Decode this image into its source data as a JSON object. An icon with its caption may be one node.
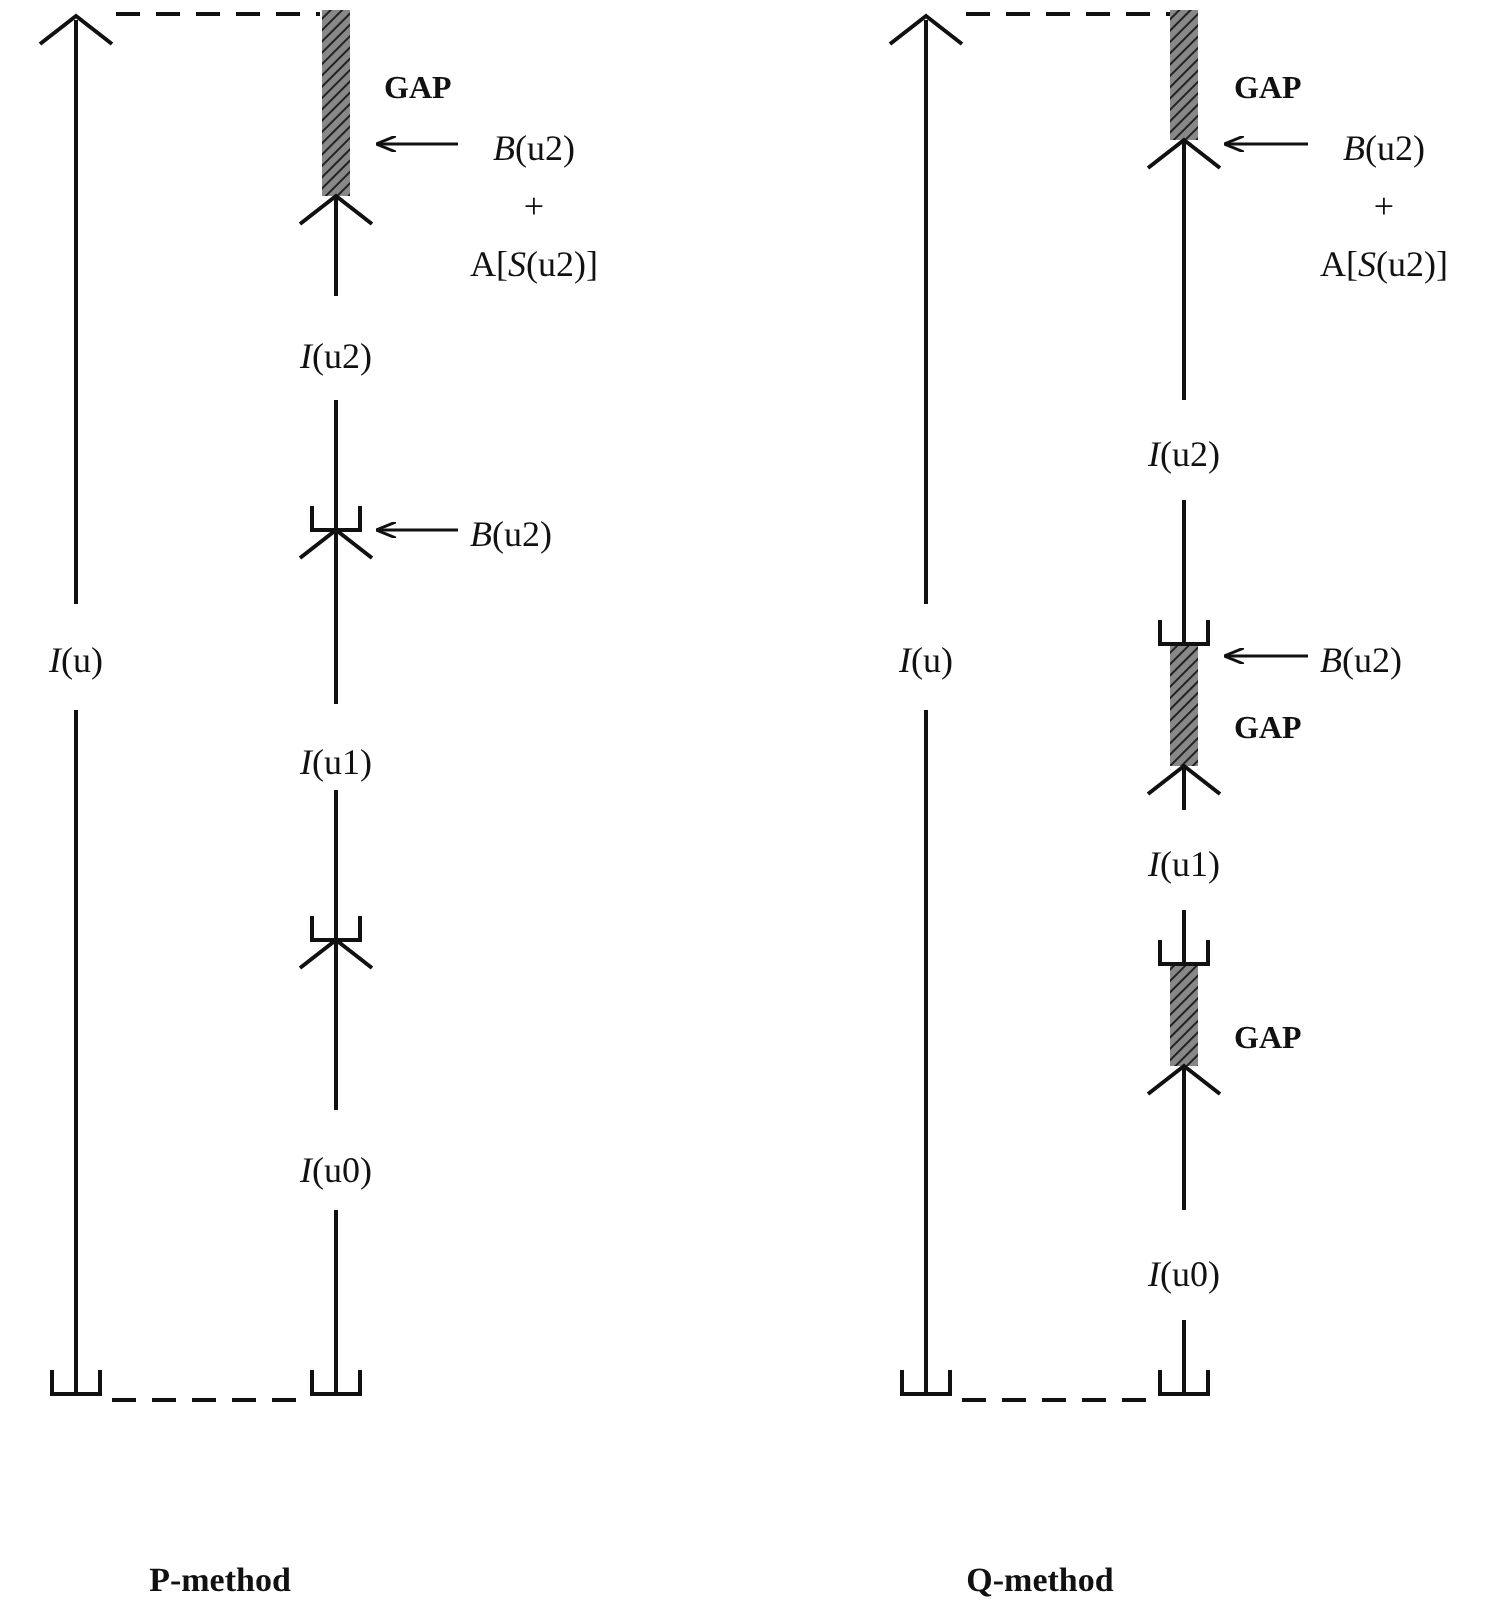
{
  "diagram": {
    "nodes": [
      {
        "text": [
          "*B*(u2) + A[*S*(u2)]"
        ]
      },
      {
        "text": [
          "*B*(u2)"
        ]
      },
      {
        "text": [
          "*B*(u2) + A[*S*(u2)]"
        ]
      },
      {
        "text": [
          "*B*(u2)"
        ]
      },
      {
        "text": [],
        "shape": "chevron"
      },
      {
        "text": [],
        "shape": "bracket"
      },
      {
        "text": [],
        "shape": "chevron"
      },
      {
        "text": [],
        "shape": "bracket"
      }
    ],
    "edges": [
      {
        "from": 0,
        "to": 4,
        "arrow": "to"
      },
      {
        "from": 1,
        "to": 5,
        "arrow": "to"
      },
      {
        "from": 2,
        "to": 6,
        "arrow": "to"
      },
      {
        "from": 3,
        "to": 7,
        "arrow": "to"
      }
    ],
    "labels": [
      "GAP",
      "*I*(u2)",
      "*I*(u)",
      "*I*(u1)",
      "*I*(u0)",
      "P-method",
      "GAP",
      "*I*(u2)",
      "*I*(u)",
      "GAP",
      "*I*(u1)",
      "GAP",
      "*I*(u0)",
      "Q-method"
    ]
  }
}
